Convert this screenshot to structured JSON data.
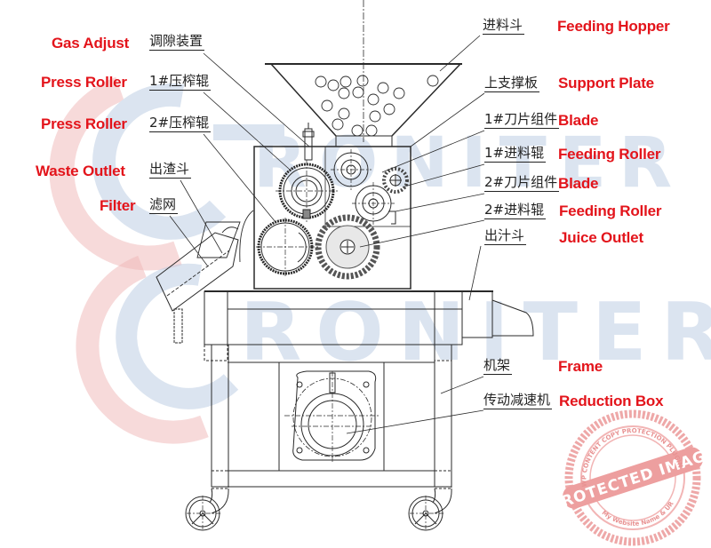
{
  "diagram": {
    "subject": "Juice press / juice extractor machine — front view with part callouts",
    "watermark": {
      "brand": "RONITER",
      "stamp_top": "WP CONTENT COPY PROTECTION PLUGIN",
      "stamp_band": "PROTECTED IMAGE",
      "stamp_bottom": "My Website Name & URL Here",
      "colors": {
        "brand_blue": "#c9d6e6",
        "brand_red": "#f2c4c4",
        "stamp": "#e87a7a"
      }
    },
    "label_color": "#e3141b",
    "callouts_left": [
      {
        "id": "gas-adjust",
        "en": "Gas Adjust",
        "cn": "调隙装置"
      },
      {
        "id": "press-roller-1",
        "en": "Press Roller",
        "cn": "1#压榨辊"
      },
      {
        "id": "press-roller-2",
        "en": "Press Roller",
        "cn": "2#压榨辊"
      },
      {
        "id": "waste-outlet",
        "en": "Waste Outlet",
        "cn": "出渣斗"
      },
      {
        "id": "filter",
        "en": "Filter",
        "cn": "滤网"
      }
    ],
    "callouts_right": [
      {
        "id": "feeding-hopper",
        "en": "Feeding Hopper",
        "cn": "进料斗"
      },
      {
        "id": "support-plate",
        "en": "Support Plate",
        "cn": "上支撑板"
      },
      {
        "id": "blade-1",
        "en": "Blade",
        "cn": "1#刀片组件"
      },
      {
        "id": "feeding-roller-1",
        "en": "Feeding Roller",
        "cn": "1#进料辊"
      },
      {
        "id": "blade-2",
        "en": "Blade",
        "cn": "2#刀片组件"
      },
      {
        "id": "feeding-roller-2",
        "en": "Feeding Roller",
        "cn": "2#进料辊"
      },
      {
        "id": "juice-outlet",
        "en": "Juice Outlet",
        "cn": "出汁斗"
      },
      {
        "id": "frame",
        "en": "Frame",
        "cn": "机架"
      },
      {
        "id": "reduction-box",
        "en": "Reduction Box",
        "cn": "传动减速机"
      }
    ]
  }
}
